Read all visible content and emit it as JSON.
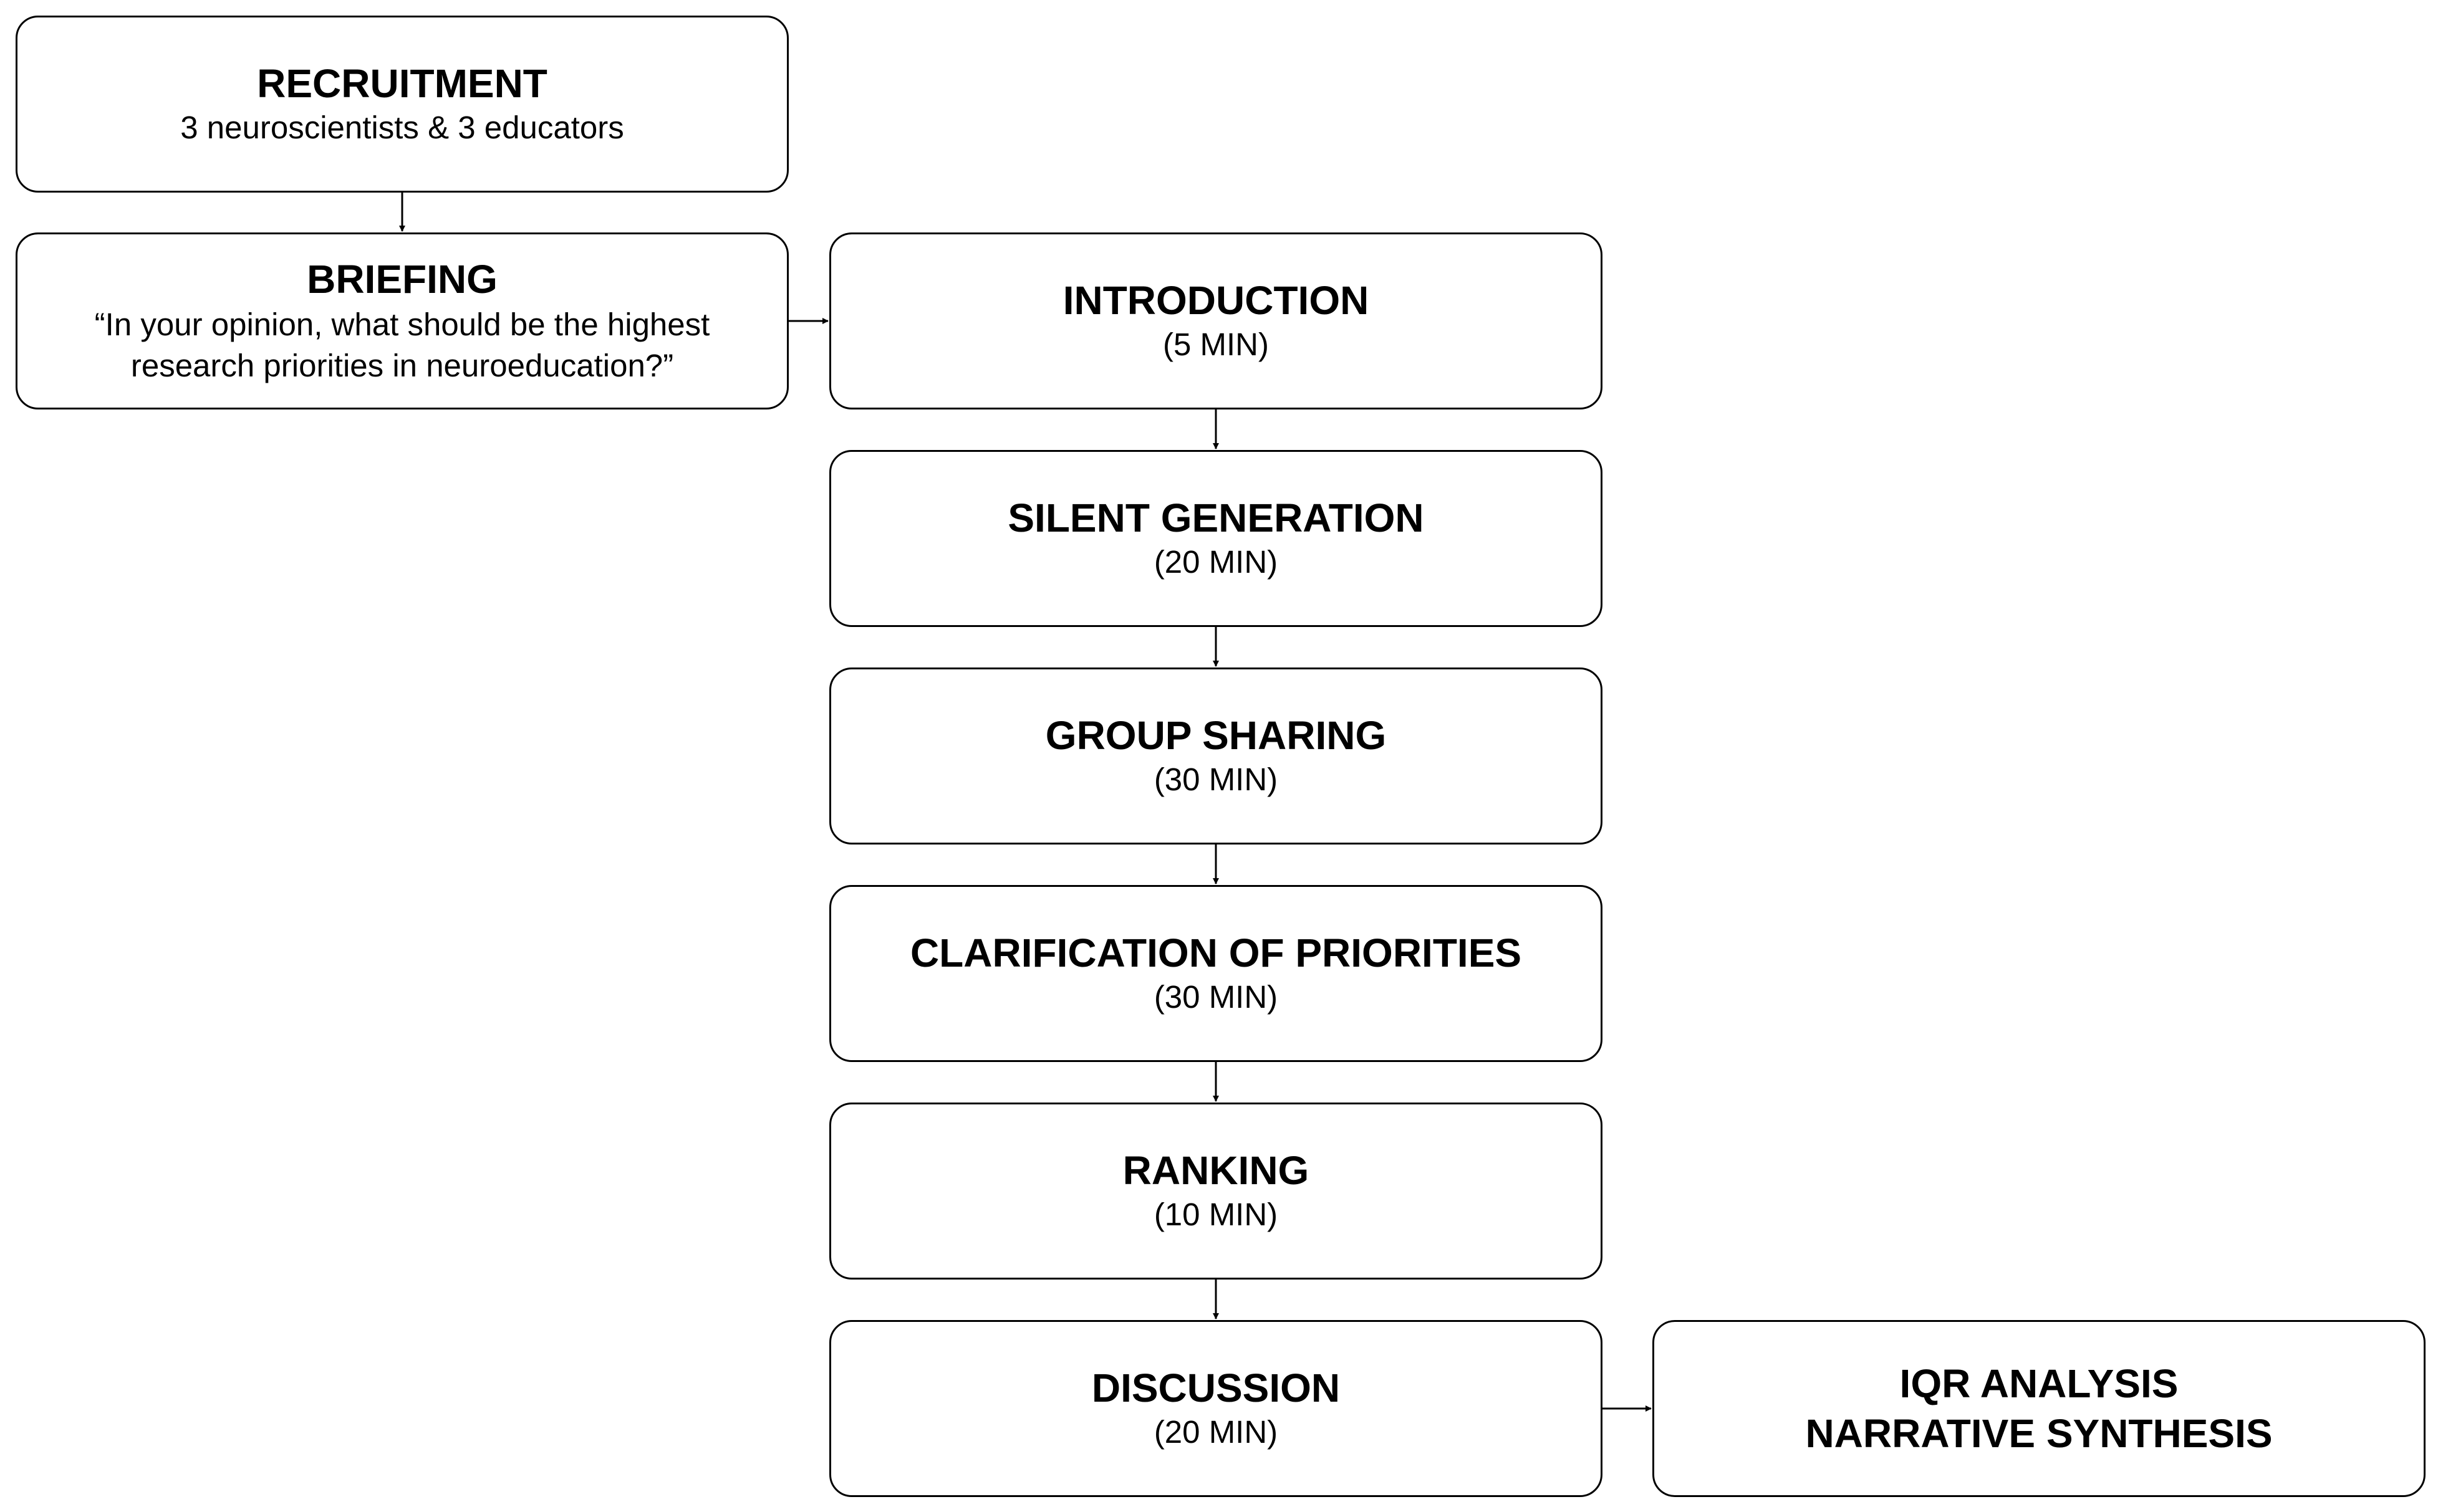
{
  "recruitment": {
    "title": "RECRUITMENT",
    "subtitle": "3 neuroscientists & 3 educators"
  },
  "briefing": {
    "title": "BRIEFING",
    "question_line1": "“In your opinion, what should be the highest",
    "question_line2": "research priorities in neuroeducation?”"
  },
  "steps": [
    {
      "title": "INTRODUCTION",
      "duration": "(5 MIN)"
    },
    {
      "title": "SILENT GENERATION",
      "duration": "(20 MIN)"
    },
    {
      "title": "GROUP SHARING",
      "duration": "(30 MIN)"
    },
    {
      "title": "CLARIFICATION OF PRIORITIES",
      "duration": "(30 MIN)"
    },
    {
      "title": "RANKING",
      "duration": "(10 MIN)"
    },
    {
      "title": "DISCUSSION",
      "duration": "(20 MIN)"
    }
  ],
  "analysis": {
    "line1": "IQR ANALYSIS",
    "line2": "NARRATIVE SYNTHESIS"
  }
}
